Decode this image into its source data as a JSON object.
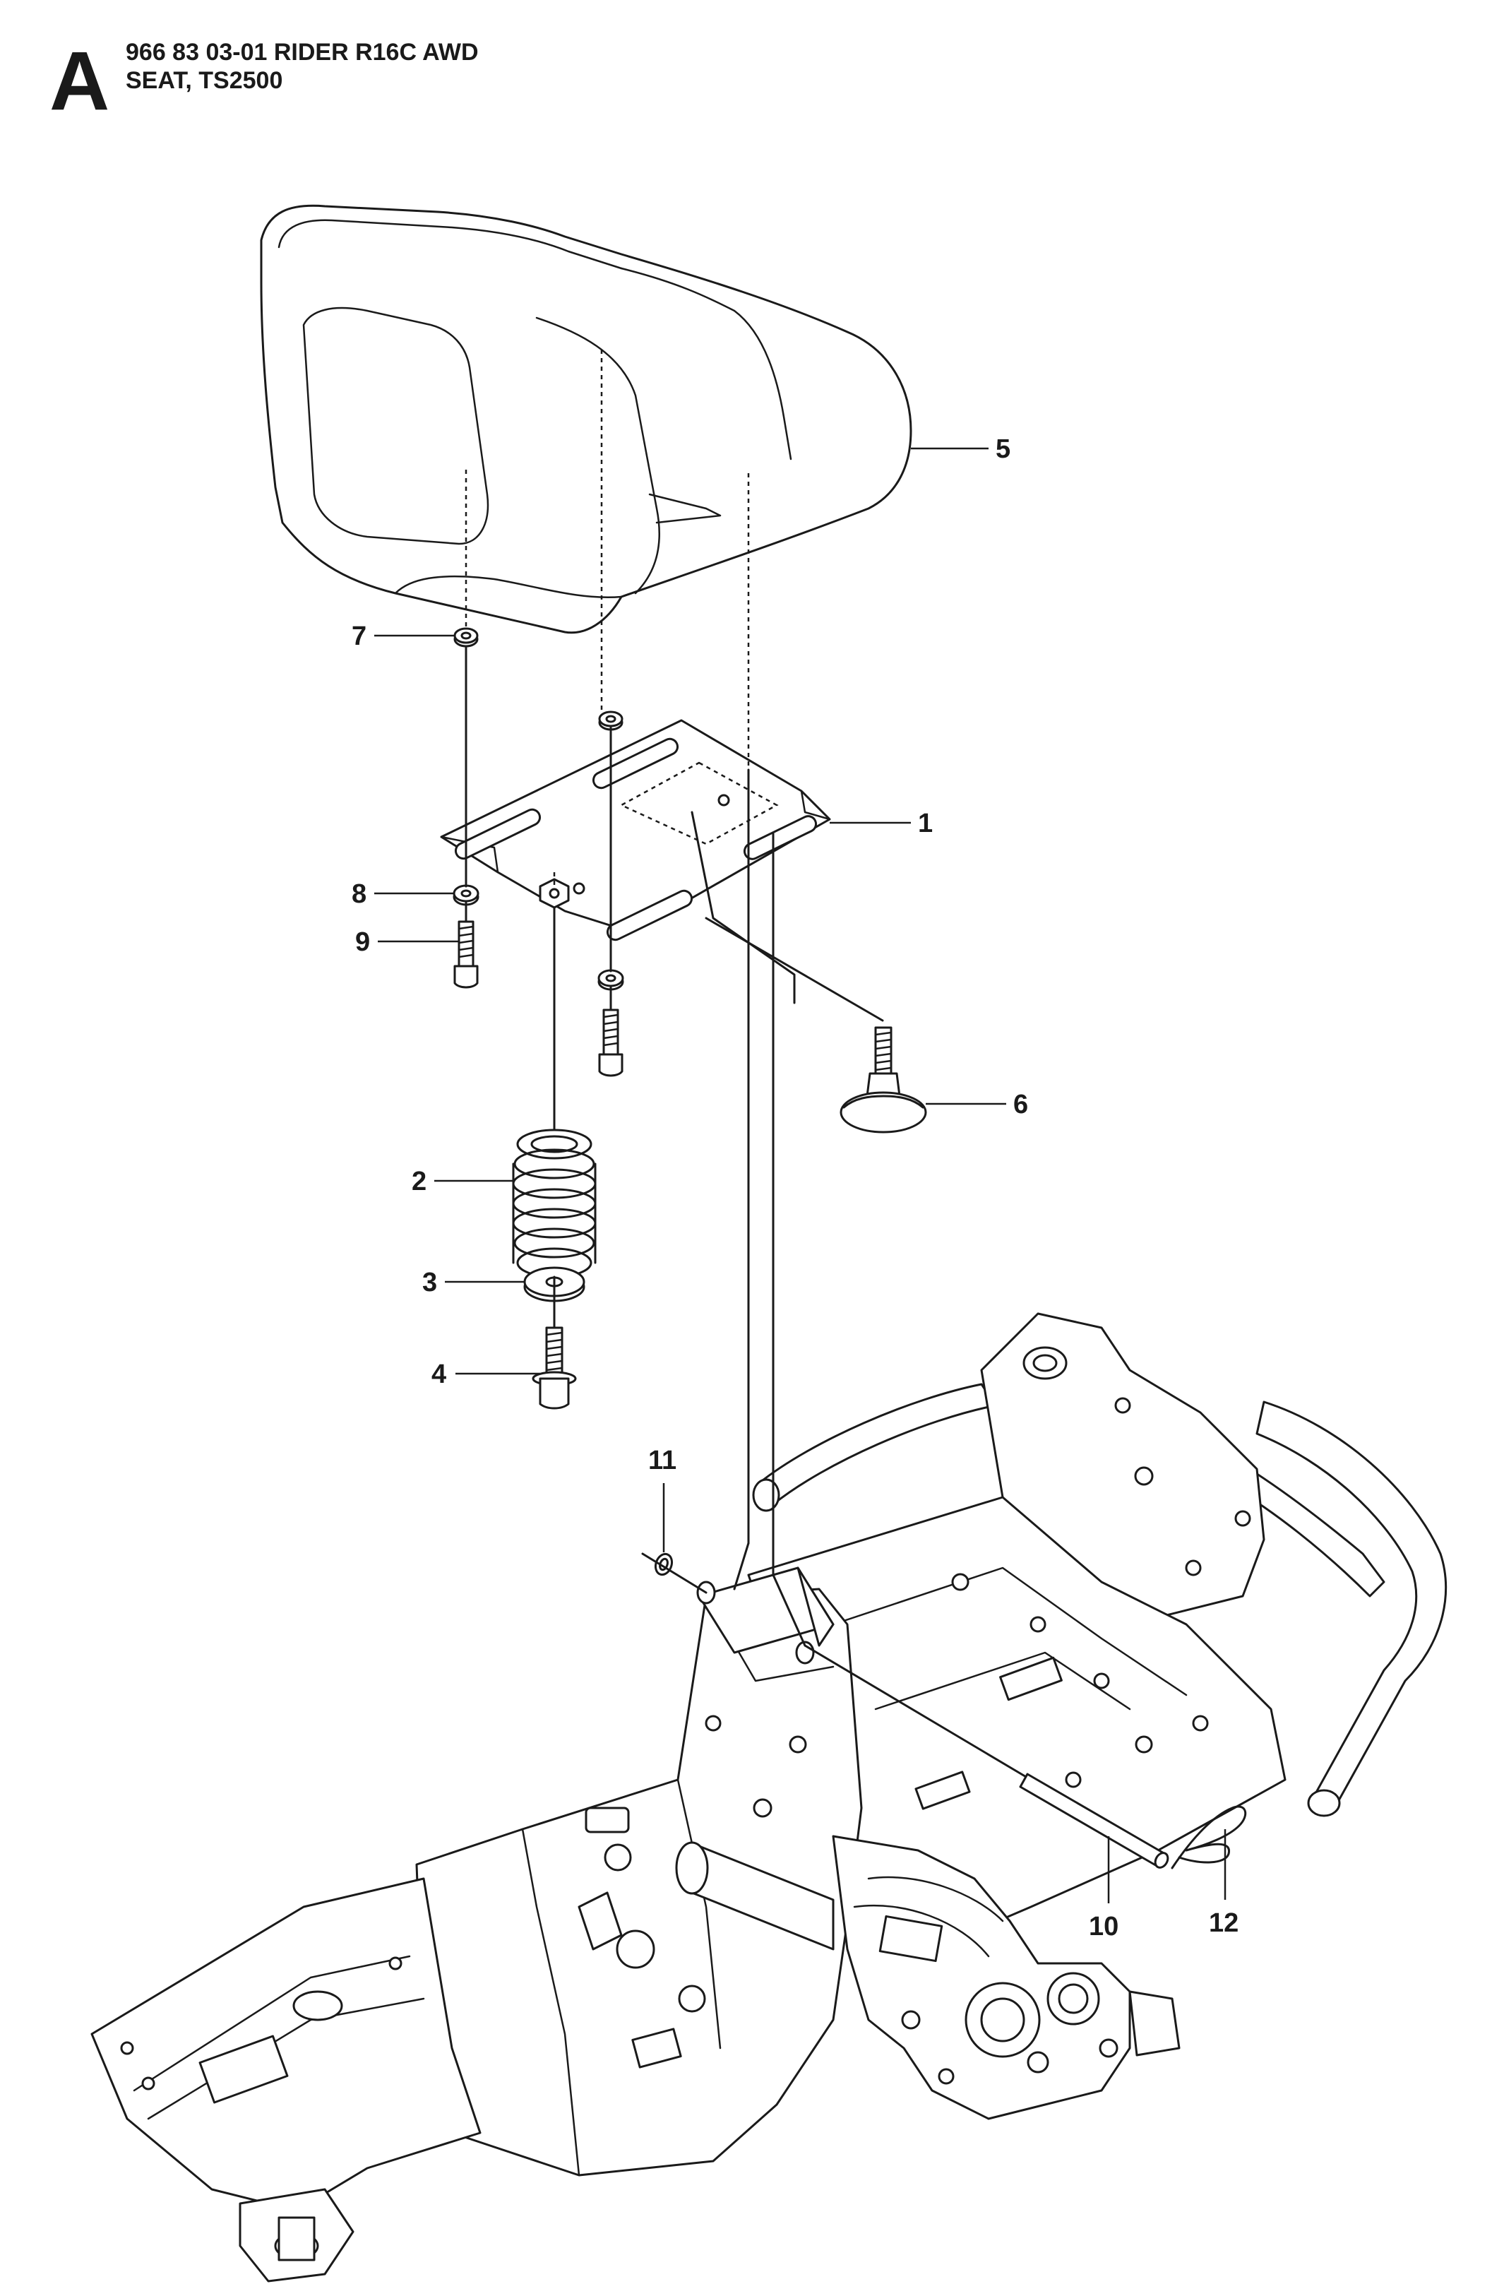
{
  "header": {
    "section_letter": "A",
    "title_line_1": "966 83 03-01 RIDER R16C AWD",
    "title_line_2": "SEAT, TS2500"
  },
  "callouts": [
    {
      "id": "1",
      "label": "1"
    },
    {
      "id": "2",
      "label": "2"
    },
    {
      "id": "3",
      "label": "3"
    },
    {
      "id": "4",
      "label": "4"
    },
    {
      "id": "5",
      "label": "5"
    },
    {
      "id": "6",
      "label": "6"
    },
    {
      "id": "7",
      "label": "7"
    },
    {
      "id": "8",
      "label": "8"
    },
    {
      "id": "9",
      "label": "9"
    },
    {
      "id": "10",
      "label": "10"
    },
    {
      "id": "11",
      "label": "11"
    },
    {
      "id": "12",
      "label": "12"
    }
  ]
}
